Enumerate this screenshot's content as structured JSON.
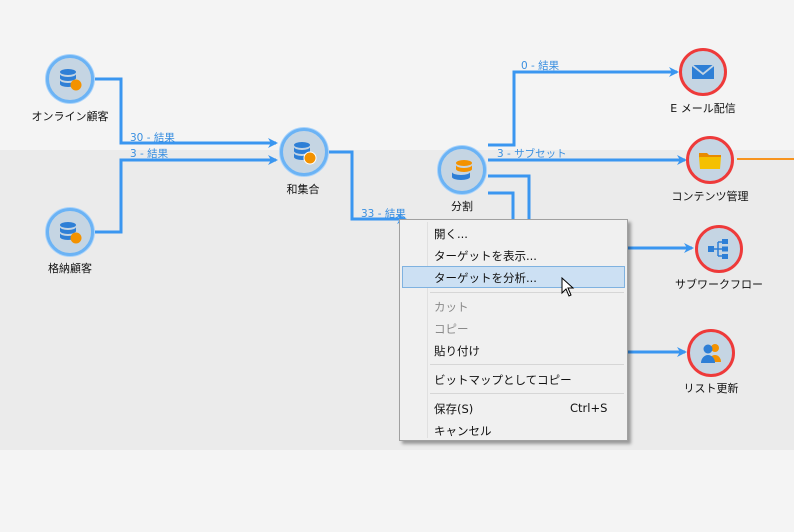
{
  "colors": {
    "link": "#3a96f0",
    "link_label": "#3a8fe0",
    "node_fill": "#c5d5e3",
    "node_border_active": "#6bb3f5",
    "node_border_pending": "#ee3a3a",
    "orange_link": "#f7931e",
    "menu_highlight": "#cce0f3"
  },
  "nodes": [
    {
      "id": "online",
      "label": "オンライン顧客",
      "icon": "database-icon"
    },
    {
      "id": "stored",
      "label": "格納顧客",
      "icon": "database-icon"
    },
    {
      "id": "union",
      "label": "和集合",
      "icon": "database-union-icon"
    },
    {
      "id": "split",
      "label": "分割",
      "icon": "database-split-icon"
    },
    {
      "id": "email",
      "label": "E メール配信",
      "icon": "envelope-icon"
    },
    {
      "id": "content",
      "label": "コンテンツ管理",
      "icon": "folder-icon"
    },
    {
      "id": "subflow",
      "label": "サブワークフロー",
      "icon": "subworkflow-icon"
    },
    {
      "id": "listupdate",
      "label": "リスト更新",
      "icon": "users-icon"
    }
  ],
  "links": [
    {
      "label": "30 - 結果"
    },
    {
      "label": "3 - 結果"
    },
    {
      "label": "33 - 結果"
    },
    {
      "label": "0 - 結果"
    },
    {
      "label": "3 - サブセット"
    }
  ],
  "context_menu": {
    "items": [
      {
        "label": "開く...",
        "enabled": true
      },
      {
        "label": "ターゲットを表示...",
        "enabled": true
      },
      {
        "label": "ターゲットを分析...",
        "enabled": true,
        "highlighted": true
      },
      {
        "label": "カット",
        "enabled": false
      },
      {
        "label": "コピー",
        "enabled": false
      },
      {
        "label": "貼り付け",
        "enabled": true
      },
      {
        "label": "ビットマップとしてコピー",
        "enabled": true
      },
      {
        "label": "保存(S)",
        "shortcut": "Ctrl+S",
        "enabled": true
      },
      {
        "label": "キャンセル",
        "enabled": true
      }
    ]
  }
}
